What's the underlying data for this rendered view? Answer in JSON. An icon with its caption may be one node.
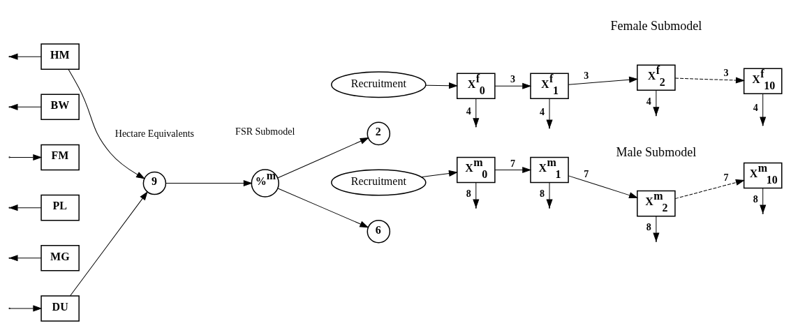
{
  "diagram": {
    "nodes": [
      {
        "text": [
          "HM"
        ]
      },
      {
        "text": [
          "BW"
        ]
      },
      {
        "text": [
          "FM"
        ]
      },
      {
        "text": [
          "PL"
        ]
      },
      {
        "text": [
          "MG"
        ]
      },
      {
        "text": [
          "DU"
        ]
      },
      {
        "text": [
          "9"
        ],
        "beside": [
          "Hectare Equivalents"
        ]
      },
      {
        "text": [
          "%$^{m}$"
        ],
        "beside": [
          "FSR Submodel"
        ]
      },
      {
        "text": [
          "Recruitment"
        ]
      },
      {
        "text": [
          "2"
        ]
      },
      {
        "text": [
          "X$^{f}$$_{0}$"
        ]
      },
      {
        "text": [
          "X$^{f}$$_{1}$"
        ]
      },
      {
        "text": [
          "X$^{f}$$_{2}$"
        ]
      },
      {
        "text": [
          "X$^{f}$$_{10}$"
        ]
      },
      {
        "text": [
          "Recruitment"
        ]
      },
      {
        "text": [
          "6"
        ]
      },
      {
        "text": [
          "X$^{m}$$_{0}$"
        ]
      },
      {
        "text": [
          "X$^{m}$$_{1}$"
        ]
      },
      {
        "text": [
          "X$^{m}$$_{2}$"
        ]
      },
      {
        "text": [
          "X$^{m}$$_{10}$"
        ]
      }
    ],
    "edges": [
      {
        "from": 0,
        "to": null,
        "arrow": "to"
      },
      {
        "from": 1,
        "to": null,
        "arrow": "to"
      },
      {
        "from": null,
        "to": 2,
        "arrow": "to"
      },
      {
        "from": 3,
        "to": null,
        "arrow": "to"
      },
      {
        "from": 4,
        "to": null,
        "arrow": "to"
      },
      {
        "from": null,
        "to": 5,
        "arrow": "to"
      },
      {
        "from": 0,
        "to": 6,
        "arrow": "to"
      },
      {
        "from": 5,
        "to": 6,
        "arrow": "to"
      },
      {
        "from": 6,
        "to": 7,
        "arrow": "to"
      },
      {
        "from": 7,
        "to": 9,
        "arrow": "to"
      },
      {
        "from": 7,
        "to": 15,
        "arrow": "to"
      },
      {
        "from": 8,
        "to": 10,
        "arrow": "to"
      },
      {
        "from": 10,
        "to": 11,
        "arrow": "to",
        "label": "3"
      },
      {
        "from": 11,
        "to": 12,
        "arrow": "to",
        "label": "3"
      },
      {
        "from": 12,
        "to": 13,
        "arrow": "to",
        "label": "3",
        "style": "dashed"
      },
      {
        "from": 10,
        "to": null,
        "arrow": "to",
        "label": "4"
      },
      {
        "from": 11,
        "to": null,
        "arrow": "to",
        "label": "4"
      },
      {
        "from": 12,
        "to": null,
        "arrow": "to",
        "label": "4"
      },
      {
        "from": 13,
        "to": null,
        "arrow": "to",
        "label": "4"
      },
      {
        "from": 14,
        "to": 16,
        "arrow": "to"
      },
      {
        "from": 16,
        "to": 17,
        "arrow": "to",
        "label": "7"
      },
      {
        "from": 17,
        "to": 18,
        "arrow": "to",
        "label": "7"
      },
      {
        "from": 18,
        "to": 19,
        "arrow": "to",
        "label": "7",
        "style": "dashed"
      },
      {
        "from": 16,
        "to": null,
        "arrow": "to",
        "label": "8"
      },
      {
        "from": 17,
        "to": null,
        "arrow": "to",
        "label": "8"
      },
      {
        "from": 18,
        "to": null,
        "arrow": "to",
        "label": "8"
      },
      {
        "from": 19,
        "to": null,
        "arrow": "to",
        "label": "8"
      }
    ],
    "labels": [
      "Female Submodel",
      "Male Submodel"
    ]
  }
}
